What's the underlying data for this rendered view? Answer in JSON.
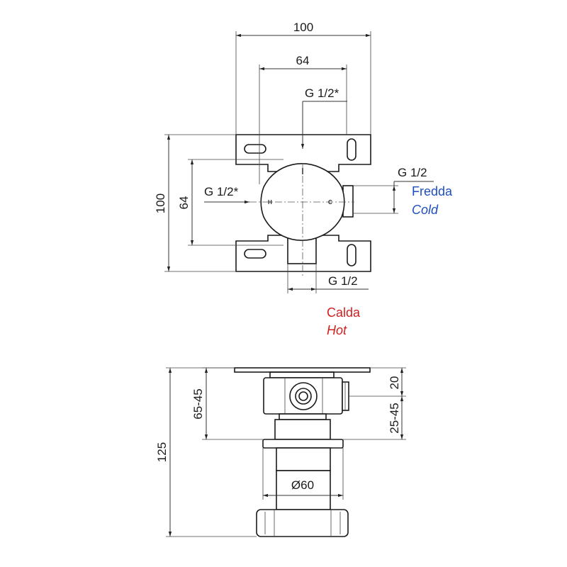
{
  "top_view": {
    "dim_width_outer": "100",
    "dim_width_inner": "64",
    "dim_height_outer": "100",
    "dim_height_inner": "64",
    "port_top": "G 1/2*",
    "port_left": "G 1/2*",
    "port_right": "G 1/2",
    "port_bottom": "G 1/2",
    "cold_it": "Fredda",
    "cold_en": "Cold",
    "hot_it": "Calda",
    "hot_en": "Hot",
    "marker_h": "H",
    "marker_c": "C"
  },
  "side_view": {
    "dim_total": "125",
    "dim_left_range": "65-45",
    "dim_right_top": "20",
    "dim_right_range": "25-45",
    "dim_diameter": "Ø60"
  },
  "colors": {
    "cold": "#1f4fbf",
    "hot": "#d21f1f",
    "line": "#1a1a1a"
  }
}
